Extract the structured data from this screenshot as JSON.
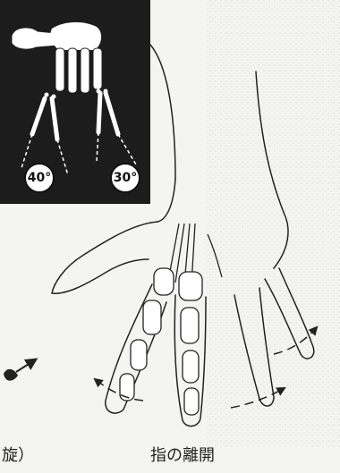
{
  "inset": {
    "angle_left": "40°",
    "angle_right": "30°"
  },
  "captions": {
    "left_fragment": "旋）",
    "main": "指の離開"
  },
  "colors": {
    "inset_background": "#1c1c1c",
    "bone_fill": "#ffffff",
    "line": "#222222",
    "paper": "#f4f4f2"
  }
}
